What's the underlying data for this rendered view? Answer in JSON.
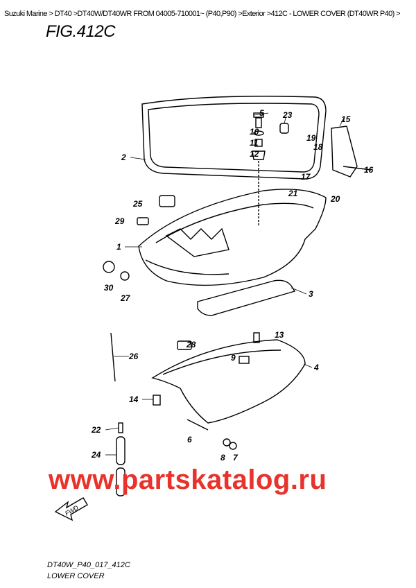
{
  "breadcrumb": "Suzuki Marine > DT40 >DT40W/DT40WR FROM 04005-710001~ (P40,P90) >Exterior >412C - LOWER COVER (DT40WR P40) >",
  "figure_title": "FIG.412C",
  "watermark": "www.partskatalog.ru",
  "watermark_color": "#e8322b",
  "drawing_code": "DT40W_P40_017_412C",
  "drawing_name": "LOWER COVER",
  "fwd_label": "FWD",
  "callouts": [
    "5",
    "23",
    "15",
    "10",
    "19",
    "11",
    "18",
    "2",
    "12",
    "16",
    "17",
    "21",
    "20",
    "25",
    "29",
    "1",
    "30",
    "27",
    "3",
    "13",
    "28",
    "26",
    "9",
    "4",
    "14",
    "22",
    "6",
    "24",
    "8",
    "7"
  ]
}
